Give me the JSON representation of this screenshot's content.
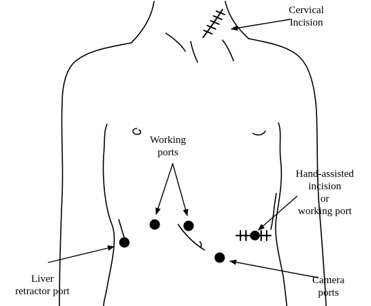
{
  "labels": {
    "cervical": [
      "Cervical",
      "Incision"
    ],
    "working": [
      "Working",
      "ports"
    ],
    "hand_assisted": [
      "Hand-assisted",
      "incision",
      "or",
      "working port"
    ],
    "liver": [
      "Liver",
      "retractor port"
    ],
    "camera": [
      "Camera",
      "ports"
    ]
  },
  "colors": {
    "line": "#000000",
    "background": "#ffffff"
  }
}
